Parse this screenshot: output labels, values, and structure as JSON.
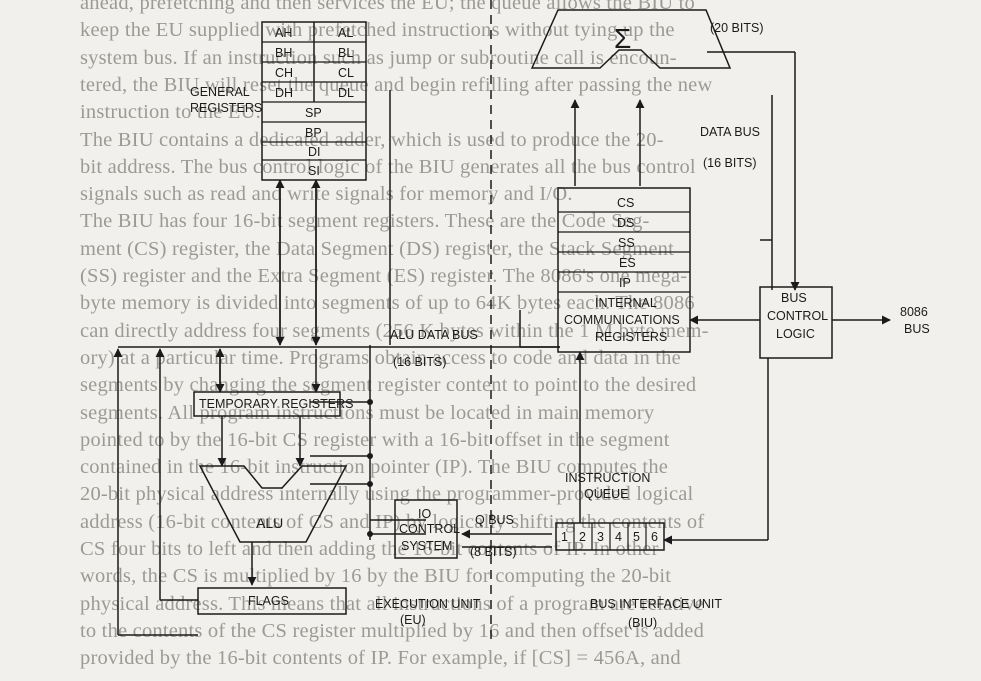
{
  "colors": {
    "ink": "#1b1b1b",
    "paper": "#f1f0ec",
    "bleed": "#9c9a95"
  },
  "background_text": [
    "ahead, prefetching and then services the EU; the queue allows the BIU to",
    "keep the EU supplied with prefetched instructions without tying up the",
    "system bus. If an instruction such as jump or subroutine call is encoun-",
    "tered, the BIU will reset the queue and begin refilling after passing the new",
    "instruction to the EU.",
    "   The BIU contains a dedicated adder, which is used to produce the 20-",
    "bit address. The bus control logic of the BIU generates all the bus control",
    "signals such as read and write signals for memory and I/O.",
    "   The BIU has four 16-bit segment registers. These are the Code Seg-",
    "ment (CS) register, the Data Segment (DS) register, the Stack Segment",
    "(SS) register and the Extra Segment (ES) register. The 8086's one mega-",
    "byte memory is divided into segments of up to 64K bytes each. The 8086",
    "can directly address four segments (256 K bytes within the 1 M byte mem-",
    "ory) at a particular time. Programs obtain access to code and data in the",
    "segments by changing the segment register content to point to the desired",
    "segments. All program instructions must be located in main memory",
    "pointed to by the 16-bit CS register with a 16-bit offset in the segment",
    "contained in the 16-bit instruction pointer (IP). The BIU computes the",
    "20-bit physical address internally using the programmer-provided logical",
    "address (16-bit contents of CS and IP) by logically shifting the contents of",
    "CS four bits to left and then adding the 16-bit contents of IP. In other",
    "words, the CS is multiplied by 16 by the BIU for computing the 20-bit",
    "physical address. This means that all instructions of a program are relative",
    "to the contents of the CS register multiplied by 16 and then offset is added",
    "provided by the 16-bit contents of IP. For example, if [CS] = 456A, and"
  ],
  "general_registers": {
    "label": [
      "GENERAL",
      "REGISTERS"
    ],
    "pairs": [
      [
        "AH",
        "AL"
      ],
      [
        "BH",
        "BL"
      ],
      [
        "CH",
        "CL"
      ],
      [
        "DH",
        "DL"
      ]
    ],
    "pointers": [
      "SP",
      "BP",
      "DI",
      "SI"
    ]
  },
  "adder": {
    "symbol": "Σ",
    "width_label": "(20 BITS)"
  },
  "data_bus": {
    "label": "DATA BUS",
    "width_label": "(16 BITS)"
  },
  "segment_registers": [
    "CS",
    "DS",
    "SS",
    "ES",
    "IP"
  ],
  "internal_comm": [
    "INTERNAL",
    "COMMUNICATIONS",
    "REGISTERS"
  ],
  "bus_control": [
    "BUS",
    "CONTROL",
    "LOGIC"
  ],
  "ext_bus": [
    "8086",
    "BUS"
  ],
  "alu_data_bus": {
    "label": "ALU DATA BUS",
    "width_label": "(16 BITS)"
  },
  "temporary_registers": "TEMPORARY REGISTERS",
  "alu": "ALU",
  "flags": "FLAGS",
  "io_control": [
    "IO",
    "CONTROL",
    "SYSTEM"
  ],
  "q_bus": {
    "label": "Q BUS",
    "width_label": "(8 BITS)"
  },
  "instruction_queue": {
    "label": [
      "INSTRUCTION",
      "QUEUE"
    ],
    "cells": [
      "1",
      "2",
      "3",
      "4",
      "5",
      "6"
    ]
  },
  "execution_unit": [
    "EXECUTION UNIT",
    "(EU)"
  ],
  "bus_interface_unit": [
    "BUS INTERFACE UNIT",
    "(BIU)"
  ]
}
